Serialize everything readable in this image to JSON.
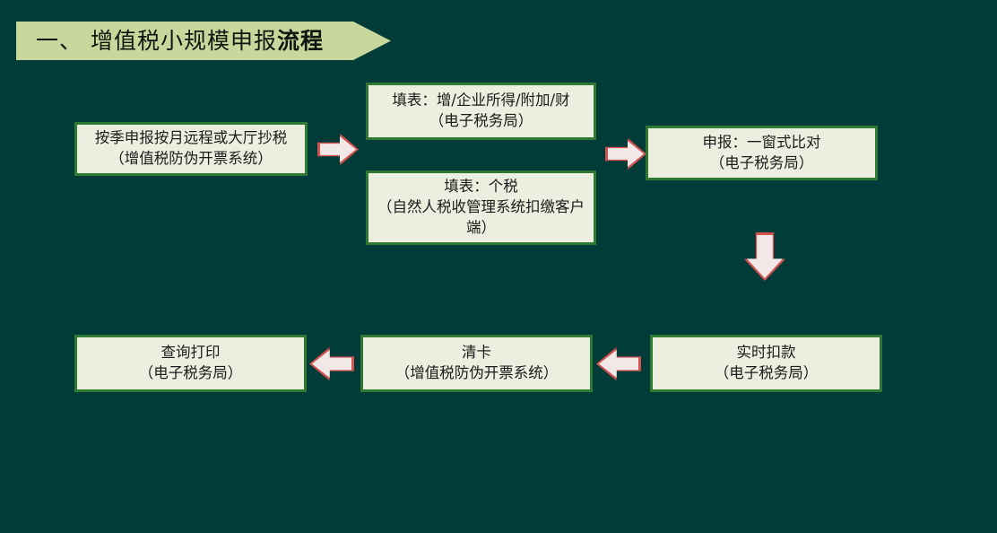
{
  "slide": {
    "background_color": "#023c39",
    "banner": {
      "prefix": "一、 增值税小规模申报",
      "bold_suffix": "流程",
      "fill_color": "#c8d89c",
      "text_color": "#101510"
    },
    "box_style": {
      "fill_color": "#ecefdf",
      "border_color": "#2f7a33",
      "text_color": "#1b1b1b"
    },
    "arrow_style": {
      "fill_color": "#f2e8e8",
      "outline_color": "#d2524f"
    }
  },
  "flow": {
    "steps": [
      {
        "id": "step1",
        "lines": [
          "按季申报按月远程或大厅抄税",
          "（增值税防伪开票系统）"
        ]
      },
      {
        "id": "step2a",
        "lines": [
          "填表：增/企业所得/附加/财",
          "（电子税务局）"
        ]
      },
      {
        "id": "step2b",
        "lines": [
          "填表：个税",
          "（自然人税收管理系统扣缴客户端）"
        ]
      },
      {
        "id": "step3",
        "lines": [
          "申报：一窗式比对",
          "（电子税务局）"
        ]
      },
      {
        "id": "step4",
        "lines": [
          "实时扣款",
          "（电子税务局）"
        ]
      },
      {
        "id": "step5",
        "lines": [
          "清卡",
          "（增值税防伪开票系统）"
        ]
      },
      {
        "id": "step6",
        "lines": [
          "查询打印",
          "（电子税务局）"
        ]
      }
    ],
    "connectors": [
      {
        "id": "arrow-1",
        "direction": "right"
      },
      {
        "id": "arrow-2",
        "direction": "right"
      },
      {
        "id": "arrow-3",
        "direction": "down"
      },
      {
        "id": "arrow-4",
        "direction": "left"
      },
      {
        "id": "arrow-5",
        "direction": "left"
      }
    ]
  }
}
